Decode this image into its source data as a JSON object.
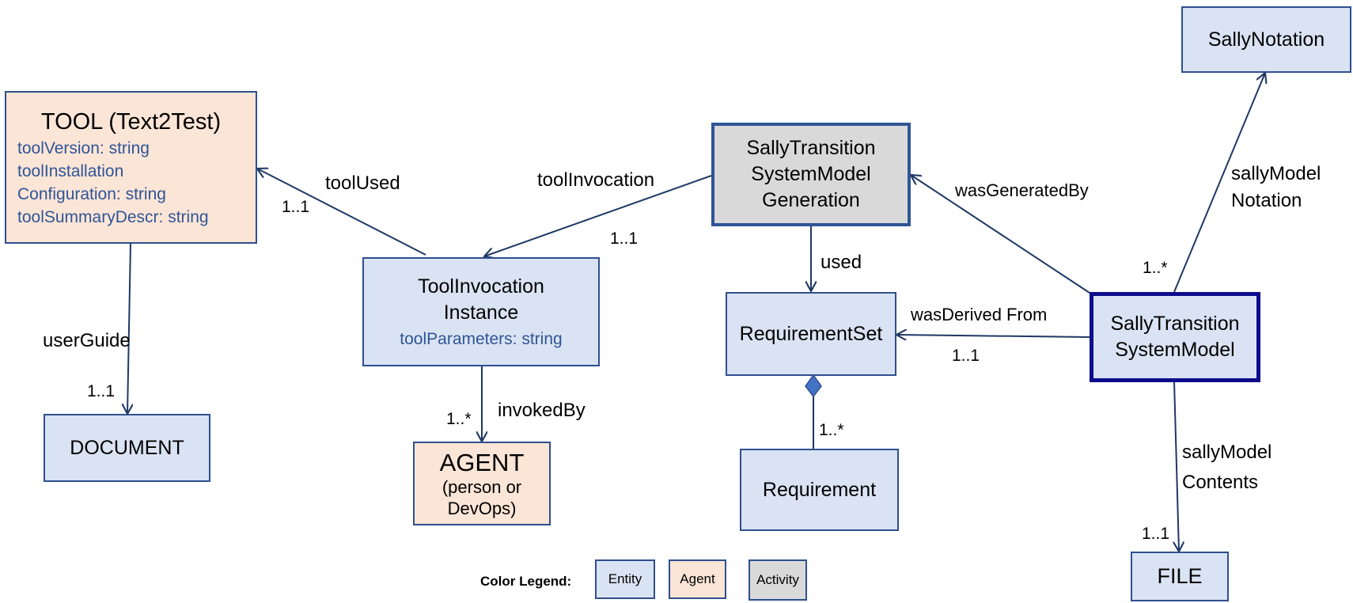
{
  "nodes": {
    "tool": {
      "title": "TOOL (Text2Test)",
      "attributes": [
        "toolVersion: string",
        "toolInstallation",
        "Configuration: string",
        "toolSummaryDescr: string"
      ]
    },
    "document": {
      "title": "DOCUMENT"
    },
    "tool_invocation_instance": {
      "title_line1": "ToolInvocation",
      "title_line2": "Instance",
      "attribute": "toolParameters: string"
    },
    "agent": {
      "title": "AGENT",
      "subtitle_line1": "(person or",
      "subtitle_line2": "DevOps)"
    },
    "generation": {
      "line1": "SallyTransition",
      "line2": "SystemModel",
      "line3": "Generation"
    },
    "requirement_set": {
      "title": "RequirementSet"
    },
    "requirement": {
      "title": "Requirement"
    },
    "sally_model": {
      "line1": "SallyTransition",
      "line2": "SystemModel"
    },
    "sally_notation": {
      "title": "SallyNotation"
    },
    "file": {
      "title": "FILE"
    }
  },
  "edges": {
    "tool_used": {
      "label": "toolUsed",
      "multiplicity": "1..1"
    },
    "user_guide": {
      "label": "userGuide",
      "multiplicity": "1..1"
    },
    "tool_invocation": {
      "label": "toolInvocation",
      "multiplicity": "1..1"
    },
    "invoked_by": {
      "label": "invokedBy",
      "multiplicity": "1..*"
    },
    "used": {
      "label": "used"
    },
    "composition": {
      "multiplicity": "1..*"
    },
    "was_derived_from": {
      "label": "wasDerived From",
      "multiplicity": "1..1"
    },
    "was_generated_by": {
      "label": "wasGeneratedBy"
    },
    "sally_model_notation": {
      "label_line1": "sallyModel",
      "label_line2": "Notation",
      "multiplicity": "1..*"
    },
    "sally_model_contents": {
      "label_line1": "sallyModel",
      "label_line2": "Contents",
      "multiplicity": "1..1"
    }
  },
  "legend": {
    "title": "Color Legend:",
    "entity": "Entity",
    "agent": "Agent",
    "activity": "Activity"
  },
  "colors": {
    "entity_fill": "#dae3f3",
    "agent_fill": "#fbe5d6",
    "activity_fill": "#d9d9d9",
    "border": "#2f4f8f",
    "attribute_text": "#2f5597",
    "arrow": "#1f3864"
  }
}
